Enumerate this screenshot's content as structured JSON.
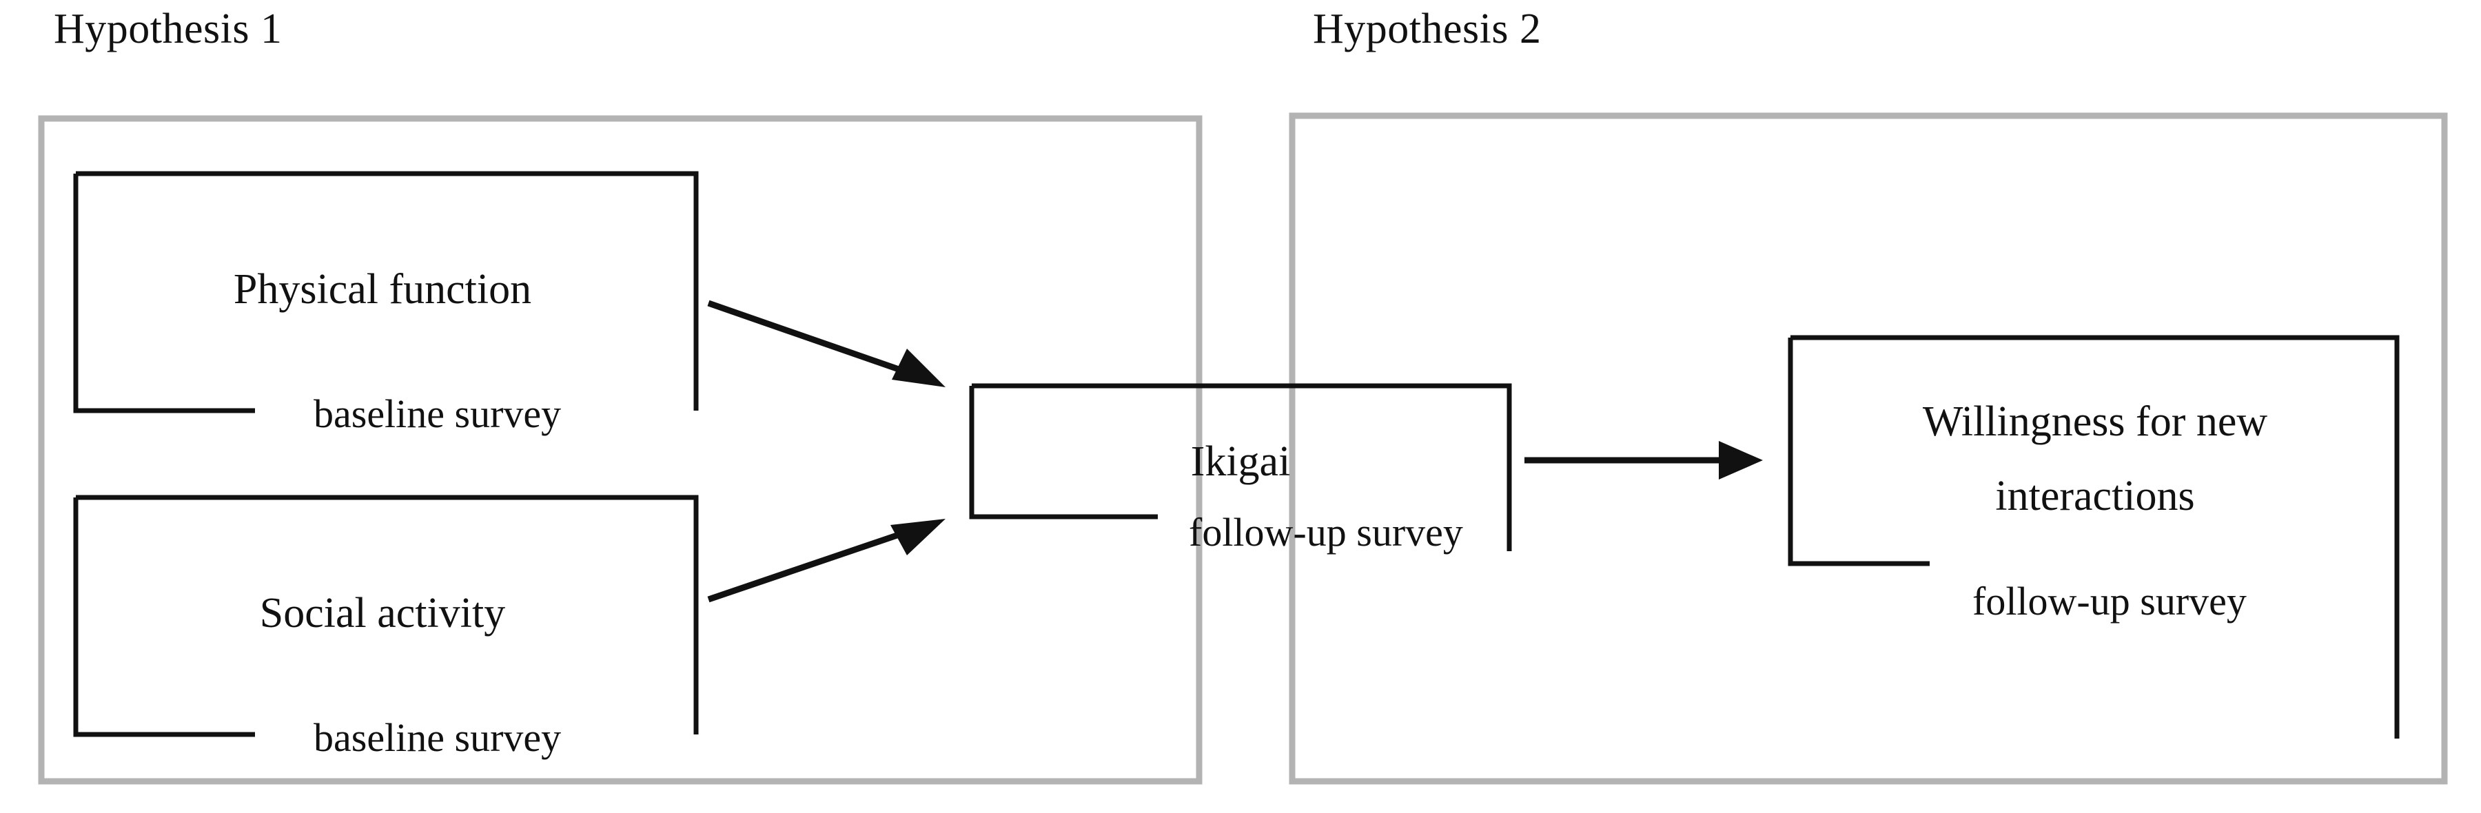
{
  "diagram": {
    "title": "Hypothesis conceptual model",
    "background_color": "#ffffff",
    "text_color": "#111111",
    "group_border_color": "#b3b3b3",
    "node_border_color": "#111111",
    "arrow_color": "#111111"
  },
  "groups": [
    {
      "id": "hypothesis-1",
      "label": "Hypothesis  1"
    },
    {
      "id": "hypothesis-2",
      "label": "Hypothesis  2"
    }
  ],
  "nodes": [
    {
      "id": "physical-function",
      "title": "Physical function",
      "subtitle": "baseline  survey",
      "group": "hypothesis-1"
    },
    {
      "id": "social-activity",
      "title": "Social activity",
      "subtitle": "baseline  survey",
      "group": "hypothesis-1"
    },
    {
      "id": "ikigai",
      "title": "Ikigai",
      "subtitle": "follow-up  survey",
      "group": "hypothesis-1"
    },
    {
      "id": "willingness-for-new-interactions",
      "title_line1": "Willingness for new",
      "title_line2": "interactions",
      "subtitle": "follow-up  survey",
      "group": "hypothesis-2"
    }
  ],
  "arrows": [
    {
      "id": "physical-function-to-ikigai",
      "from": "physical-function",
      "to": "ikigai"
    },
    {
      "id": "social-activity-to-ikigai",
      "from": "social-activity",
      "to": "ikigai"
    },
    {
      "id": "ikigai-to-willingness",
      "from": "ikigai",
      "to": "willingness-for-new-interactions"
    }
  ]
}
